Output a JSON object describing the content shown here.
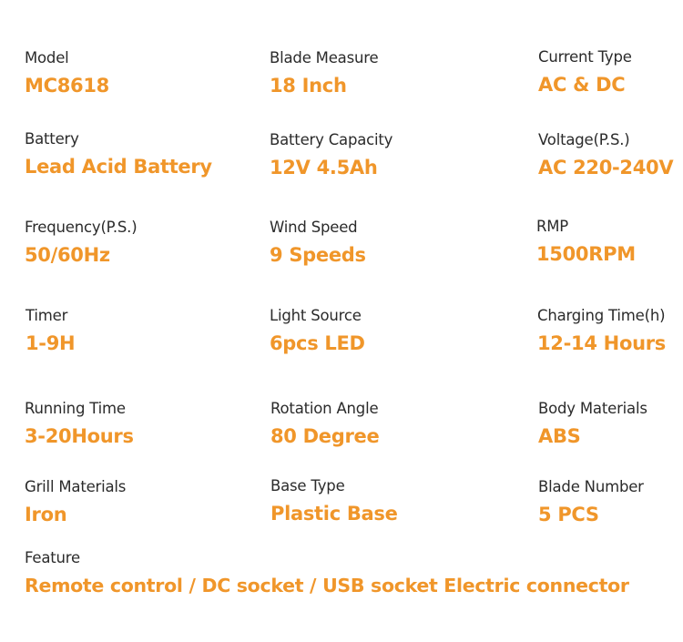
{
  "colors": {
    "label": "#2b2b2b",
    "value": "#f0962a",
    "background": "#ffffff"
  },
  "specs": [
    {
      "label": "Model",
      "value": "MC8618"
    },
    {
      "label": "Blade Measure",
      "value": "18 Inch"
    },
    {
      "label": "Current Type",
      "value": "AC & DC"
    },
    {
      "label": "Battery",
      "value": "Lead Acid Battery"
    },
    {
      "label": "Battery Capacity",
      "value": "12V 4.5Ah"
    },
    {
      "label": "Voltage(P.S.)",
      "value": "AC 220-240V"
    },
    {
      "label": "Frequency(P.S.)",
      "value": "50/60Hz"
    },
    {
      "label": "Wind Speed",
      "value": "9 Speeds"
    },
    {
      "label": "RMP",
      "value": "1500RPM"
    },
    {
      "label": "Timer",
      "value": "1-9H"
    },
    {
      "label": "Light Source",
      "value": "6pcs LED"
    },
    {
      "label": "Charging Time(h)",
      "value": "12-14 Hours"
    },
    {
      "label": "Running Time",
      "value": "3-20Hours"
    },
    {
      "label": "Rotation Angle",
      "value": "80 Degree"
    },
    {
      "label": "Body Materials",
      "value": "ABS"
    },
    {
      "label": "Grill Materials",
      "value": "Iron"
    },
    {
      "label": "Base Type",
      "value": "Plastic Base"
    },
    {
      "label": "Blade Number",
      "value": "5 PCS"
    }
  ],
  "feature": {
    "label": "Feature",
    "value": "Remote control / DC socket / USB socket Electric connector"
  }
}
